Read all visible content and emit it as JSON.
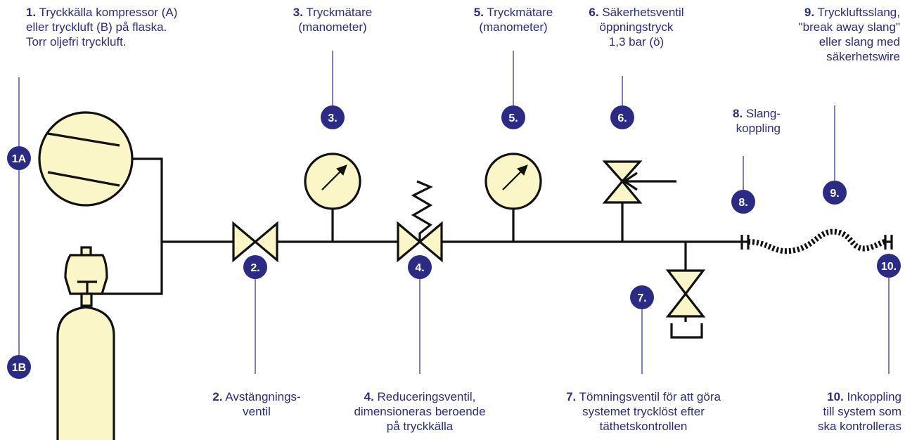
{
  "colors": {
    "navy": "#2b2b85",
    "fill": "#fbf6c8",
    "line": "#111111",
    "text_on_badge": "#ffffff"
  },
  "badges": {
    "b1a": "1A",
    "b1b": "1B",
    "b2": "2.",
    "b3": "3.",
    "b4": "4.",
    "b5": "5.",
    "b6": "6.",
    "b7": "7.",
    "b8": "8.",
    "b9": "9.",
    "b10": "10."
  },
  "labels": {
    "l1": {
      "num": "1.",
      "lines": [
        "Tryckkälla kompressor (A)",
        "eller tryckluft (B) på flaska.",
        "Torr oljefri tryckluft."
      ]
    },
    "l2": {
      "num": "2.",
      "lines": [
        "Avstängnings-",
        "ventil"
      ]
    },
    "l3": {
      "num": "3.",
      "lines": [
        "Tryckmätare",
        "(manometer)"
      ]
    },
    "l4": {
      "num": "4.",
      "lines": [
        "Reduceringsventil,",
        "dimensioneras beroende",
        "på tryckkälla"
      ]
    },
    "l5": {
      "num": "5.",
      "lines": [
        "Tryckmätare",
        "(manometer)"
      ]
    },
    "l6": {
      "num": "6.",
      "lines": [
        "Säkerhetsventil",
        "öppningstryck",
        "1,3 bar (ö)"
      ]
    },
    "l7": {
      "num": "7.",
      "lines": [
        "Tömningsventil för att göra",
        "systemet trycklöst efter",
        "täthetskontrollen"
      ]
    },
    "l8": {
      "num": "8.",
      "lines": [
        "Slang-",
        "koppling"
      ]
    },
    "l9": {
      "num": "9.",
      "lines": [
        "Tryckluftsslang,",
        "\"break away slang\"",
        "eller slang med",
        "säkerhetswire"
      ]
    },
    "l10": {
      "num": "10.",
      "lines": [
        "Inkoppling",
        "till system som",
        "ska kontrolleras"
      ]
    }
  },
  "icons": [
    "compressor-icon",
    "gas-cylinder-icon",
    "shutoff-valve-icon",
    "pressure-gauge-icon",
    "reducing-valve-icon",
    "safety-valve-icon",
    "drain-valve-icon",
    "hose-coupling-icon",
    "hose-icon"
  ]
}
